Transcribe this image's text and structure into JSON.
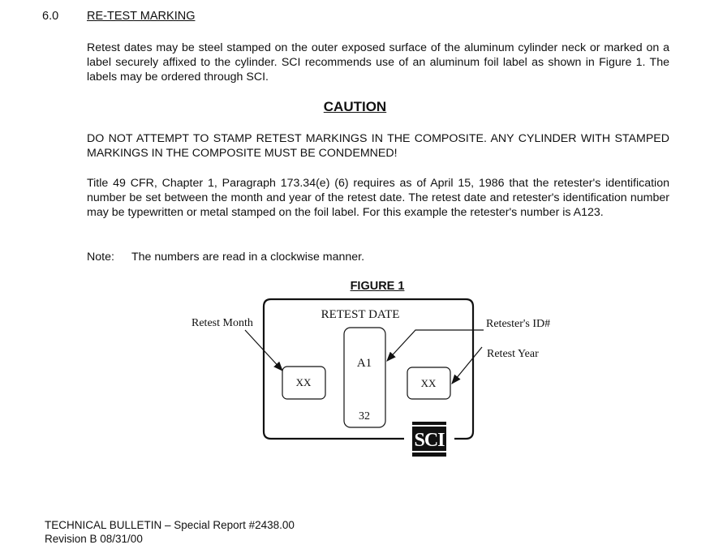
{
  "section": {
    "number": "6.0",
    "title": "RE-TEST MARKING"
  },
  "paragraphs": {
    "intro": "Retest dates may be steel stamped on the outer exposed surface of the aluminum cylinder neck or marked on a label securely affixed to the cylinder.  SCI recommends use of an aluminum foil label as shown in Figure 1. The labels may be ordered through SCI.",
    "caution_heading": "CAUTION",
    "caution_text": "DO NOT ATTEMPT TO STAMP RETEST MARKINGS IN THE COMPOSITE.  ANY CYLINDER WITH STAMPED MARKINGS IN THE COMPOSITE MUST BE CONDEMNED!",
    "regulation": "Title 49 CFR, Chapter 1, Paragraph 173.34(e) (6) requires as of April 15, 1986 that the retester's identification number be set between the month and year of the retest date.  The retest date and retester's identification number may be typewritten or metal stamped on the foil label.  For this example the retester's number is A123.",
    "note_label": "Note:",
    "note_text": "The numbers are read in a clockwise manner."
  },
  "figure": {
    "title": "FIGURE 1",
    "label_header": "RETEST DATE",
    "callout_month": "Retest Month",
    "callout_id": "Retester's ID#",
    "callout_year": "Retest Year",
    "month_box": "XX",
    "year_box": "XX",
    "id_top": "A1",
    "id_bottom": "32",
    "logo_text": "SCI"
  },
  "footer": {
    "line1": "TECHNICAL BULLETIN – Special Report #2438.00",
    "line2": "Revision B  08/31/00"
  }
}
